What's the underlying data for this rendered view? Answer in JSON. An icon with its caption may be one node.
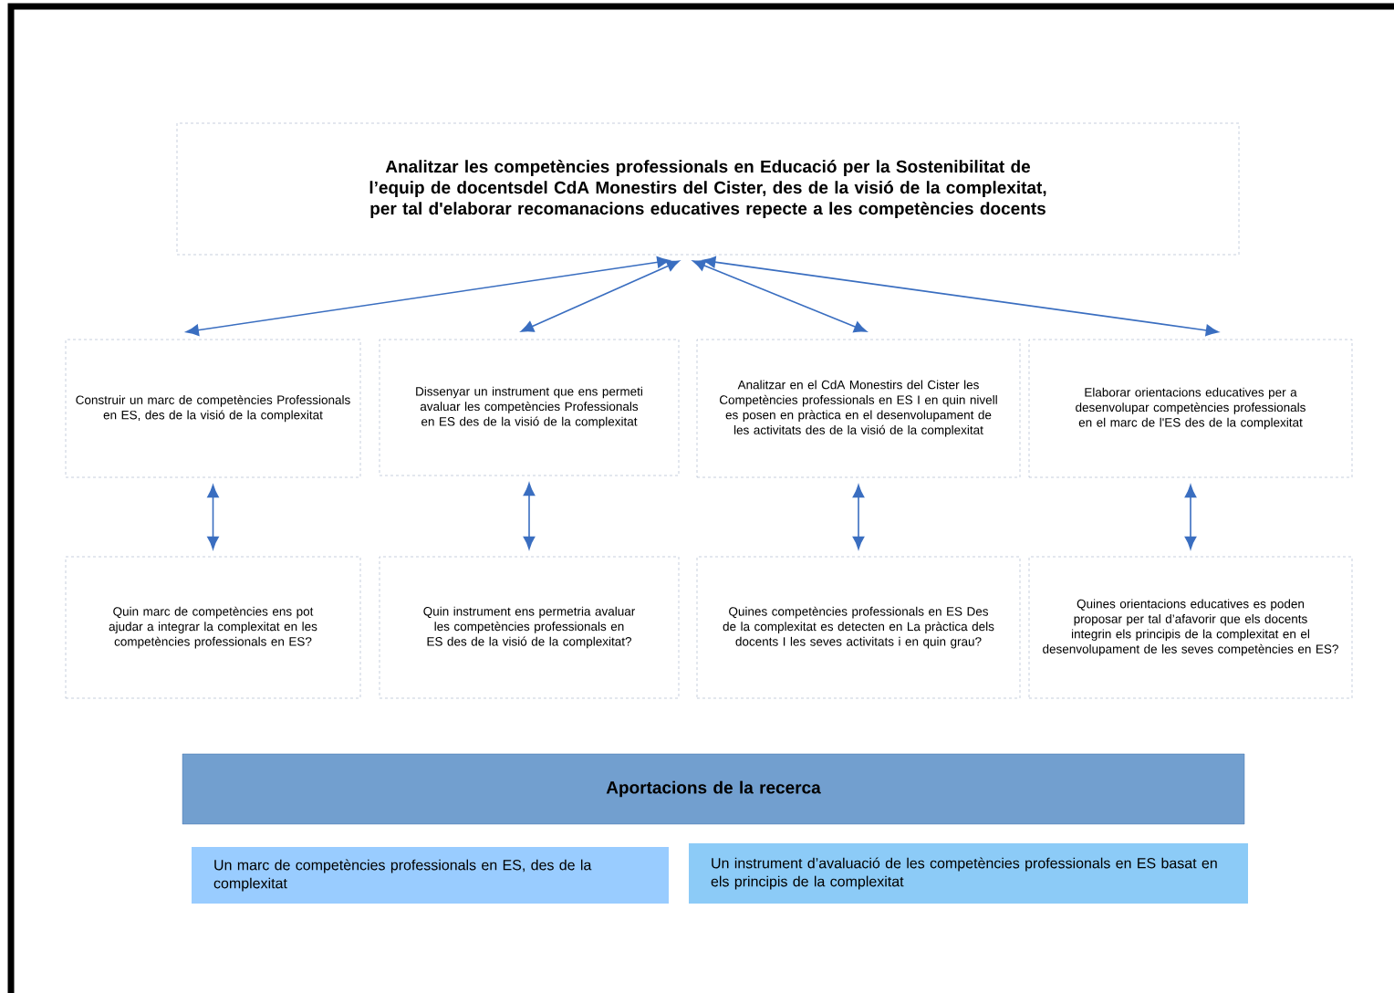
{
  "diagram": {
    "nodes": [
      {
        "text": [
          "Analitzar les competències professionals en Educació per la Sostenibilitat de l’equip de docentsdel CdA Monestirs del Cister, des de la visió de la complexitat, per tal d'elaborar recomanacions educatives repecte a les competències docents"
        ]
      },
      {
        "text": [
          "Construir un marc de competències Professionals en ES, des de la visió de la complexitat"
        ]
      },
      {
        "text": [
          "Dissenyar un instrument que ens permeti avaluar les competències Professionals en ES des de la visió de la complexitat"
        ]
      },
      {
        "text": [
          "Analitzar en el CdA Monestirs del Cister les Competències professionals en ES I en quin nivell es posen en pràctica en el desenvolupament de les activitats des de la visió de la complexitat"
        ]
      },
      {
        "text": [
          "Elaborar orientacions educatives per a desenvolupar competències professionals en el marc de l'ES des de la complexitat"
        ]
      },
      {
        "text": [
          "Quin marc de competències ens pot ajudar a integrar la complexitat en les competències  professionals en ES?"
        ]
      },
      {
        "text": [
          "Quin instrument ens permetria avaluar les competències professionals en ES des de la visió de la complexitat?"
        ]
      },
      {
        "text": [
          "Quines competències professionals en ES Des de la complexitat es detecten en La pràctica dels docents I les seves activitats i en quin grau?"
        ]
      },
      {
        "text": [
          "Quines orientacions educatives es poden proposar per tal d’afavorir que els docents integrin els principis de la complexitat en el desenvolupament de les seves competències en ES?"
        ]
      },
      {
        "text": [
          "Aportacions de la recerca"
        ]
      },
      {
        "text": [
          "Un marc de competències professionals en ES, des de la complexitat"
        ]
      },
      {
        "text": [
          "Un instrument d’avaluació de les competències professionals en ES basat en els principis de la complexitat"
        ]
      }
    ],
    "edges": [
      {
        "from": 0,
        "to": 1,
        "arrow": "both"
      },
      {
        "from": 0,
        "to": 2,
        "arrow": "both"
      },
      {
        "from": 0,
        "to": 3,
        "arrow": "both"
      },
      {
        "from": 0,
        "to": 4,
        "arrow": "both"
      },
      {
        "from": 1,
        "to": 5,
        "arrow": "both"
      },
      {
        "from": 2,
        "to": 6,
        "arrow": "both"
      },
      {
        "from": 3,
        "to": 7,
        "arrow": "both"
      },
      {
        "from": 4,
        "to": 8,
        "arrow": "both"
      }
    ]
  }
}
